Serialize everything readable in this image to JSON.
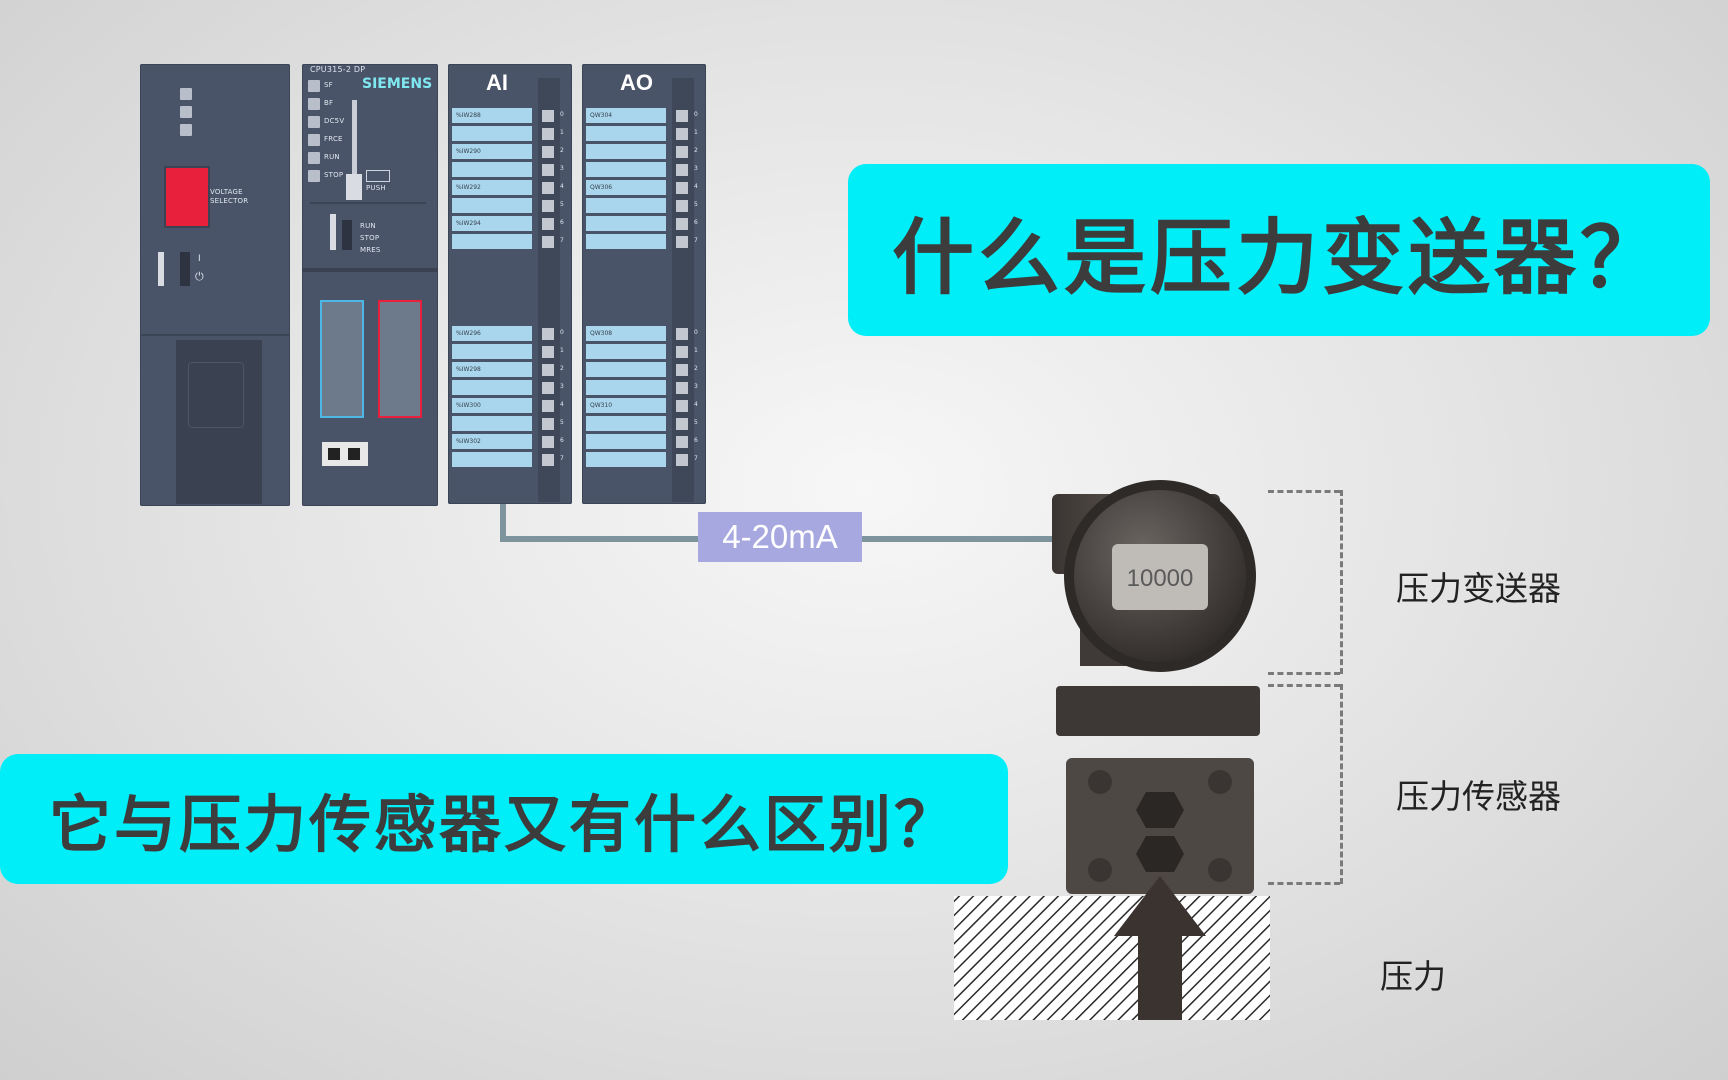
{
  "plc": {
    "psu": {
      "voltage_selector_label": "VOLTAGE\nSELECTOR",
      "switch_on": "I",
      "switch_off": "⏻"
    },
    "cpu": {
      "model": "CPU315-2 DP",
      "brand": "SIEMENS",
      "status_leds": [
        "SF",
        "BF",
        "DC5V",
        "FRCE",
        "RUN",
        "STOP"
      ],
      "push_label": "PUSH",
      "mode_labels": [
        "RUN",
        "STOP",
        "MRES"
      ]
    },
    "ai": {
      "title": "AI",
      "addresses": [
        "%IW288",
        "%IW290",
        "%IW292",
        "%IW294",
        "%IW296",
        "%IW298",
        "%IW300",
        "%IW302"
      ],
      "channels": [
        "0",
        "1",
        "2",
        "3",
        "4",
        "5",
        "6",
        "7"
      ]
    },
    "ao": {
      "title": "AO",
      "addresses": [
        "QW304",
        "QW306",
        "QW308",
        "QW310"
      ],
      "channels": [
        "0",
        "1",
        "2",
        "3",
        "4",
        "5",
        "6",
        "7"
      ]
    }
  },
  "signal": {
    "label": "4-20mA"
  },
  "transmitter": {
    "display_value": "10000"
  },
  "questions": {
    "main": "什么是压力变送器？",
    "sub": "它与压力传感器又有什么区别？"
  },
  "labels": {
    "transmitter": "压力变送器",
    "sensor": "压力传感器",
    "pressure": "压力"
  },
  "colors": {
    "callout": "#00eef7",
    "plc_body": "#4a5468",
    "io_row": "#a9d6ec",
    "signal_tag": "#a7a8e0",
    "psu_selector": "#e8203c"
  }
}
